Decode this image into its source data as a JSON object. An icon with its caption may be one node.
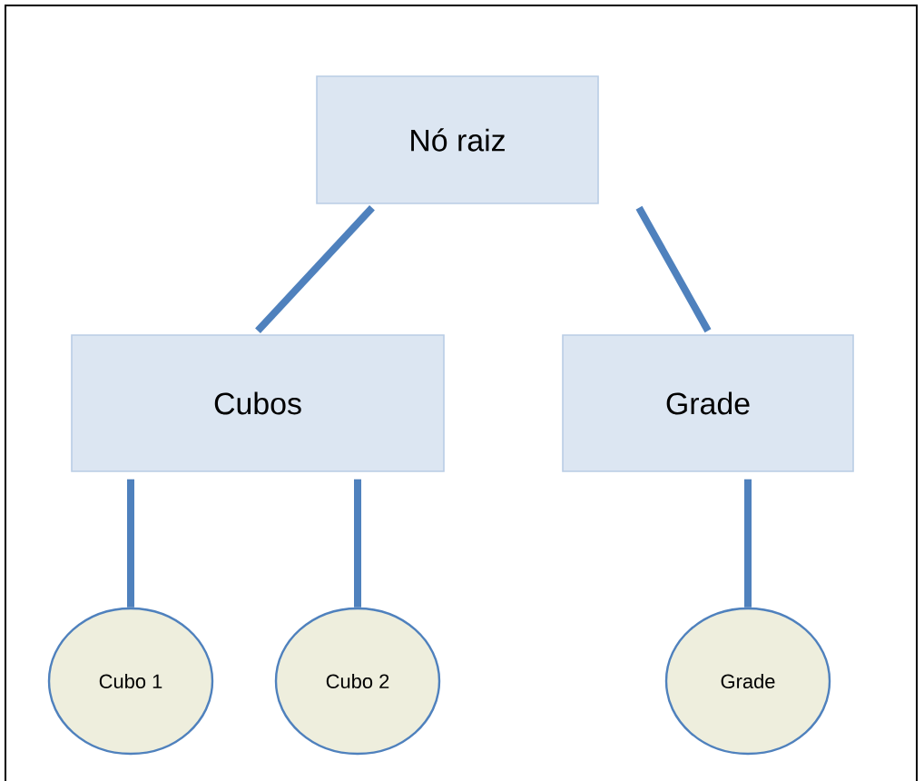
{
  "diagram": {
    "nodes": [
      {
        "text": [
          "Nó raiz"
        ]
      },
      {
        "text": [
          "Cubos"
        ]
      },
      {
        "text": [
          "Grade"
        ]
      },
      {
        "text": [
          "Cubo 1"
        ]
      },
      {
        "text": [
          "Cubo 2"
        ]
      },
      {
        "text": [
          "Grade"
        ]
      }
    ],
    "edges": [
      {
        "from": 0,
        "to": 1,
        "arrow": "none"
      },
      {
        "from": 0,
        "to": 2,
        "arrow": "none"
      },
      {
        "from": 1,
        "to": 3,
        "arrow": "none"
      },
      {
        "from": 1,
        "to": 4,
        "arrow": "none"
      },
      {
        "from": 2,
        "to": 5,
        "arrow": "none"
      }
    ]
  }
}
